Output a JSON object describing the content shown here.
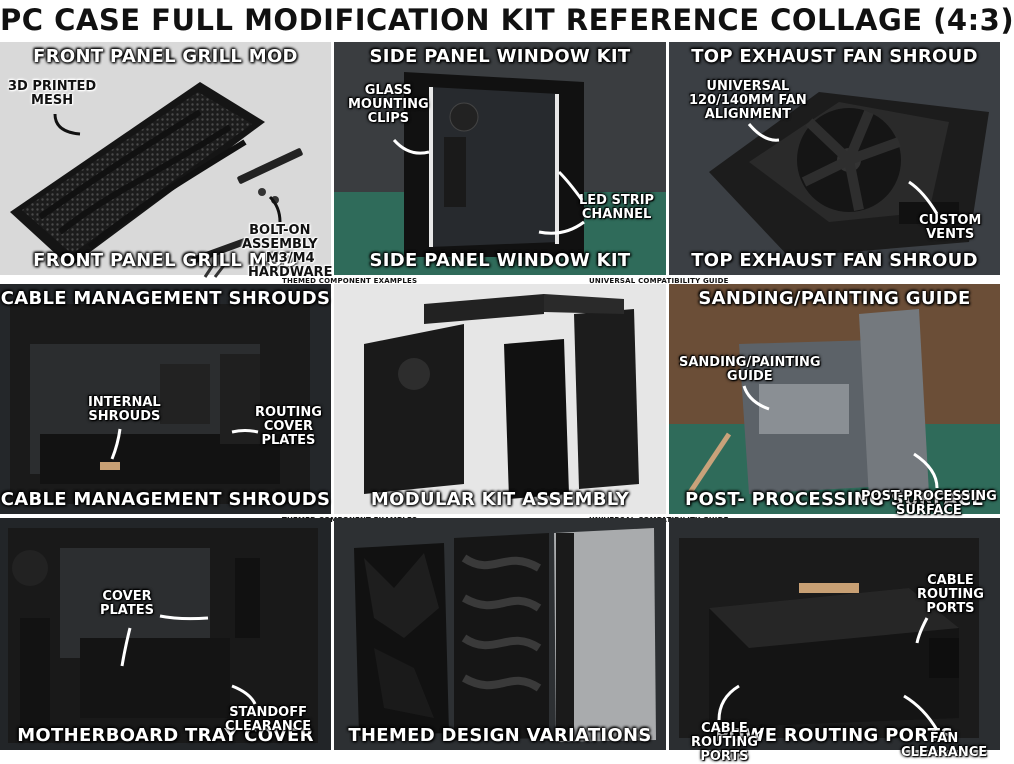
{
  "title": "PC CASE FULL MODIFICATION KIT REFERENCE COLLAGE (4:3)",
  "strips": {
    "themed": "THEMED COMPONENT EXAMPLES",
    "universal": "UNIVERSAL COMPATIBILITY GUIDE"
  },
  "panels": [
    {
      "top": "FRONT PANEL GRILL MOD",
      "bottom": "FRONT PANEL GRILL MOD",
      "labels": [
        "3D PRINTED\nMESH",
        "BOLT-ON\nASSEMBLY",
        "M3/M4\nHARDWARE"
      ]
    },
    {
      "top": "SIDE PANEL WINDOW KIT",
      "bottom": "SIDE PANEL WINDOW KIT",
      "labels": [
        "GLASS\nMOUNTING\nCLIPS",
        "LED STRIP\nCHANNEL"
      ]
    },
    {
      "top": "TOP EXHAUST FAN SHROUD",
      "bottom": "TOP EXHAUST FAN SHROUD",
      "labels": [
        "UNIVERSAL\n120/140MM FAN\nALIGNMENT",
        "CUSTOM\nVENTS"
      ]
    },
    {
      "top": "CABLE MANAGEMENT SHROUDS",
      "bottom": "CABLE MANAGEMENT SHROUDS",
      "labels": [
        "INTERNAL\nSHROUDS",
        "ROUTING\nCOVER\nPLATES"
      ]
    },
    {
      "top": "",
      "bottom": "MODULAR KIT ASSEMBLY",
      "labels": []
    },
    {
      "top": "SANDING/PAINTING GUIDE",
      "bottom": "POST- PROCESSING SURFACE",
      "labels": [
        "SANDING/PAINTING\nGUIDE",
        "POST-PROCESSING\nSURFACE"
      ]
    },
    {
      "top": "",
      "bottom": "MOTHERBOARD TRAY COVER",
      "labels": [
        "COVER\nPLATES",
        "STANDOFF\nCLEARANCE"
      ]
    },
    {
      "top": "",
      "bottom": "THEMED DESIGN VARIATIONS",
      "labels": []
    },
    {
      "top": "",
      "bottom": "POW̸E ROUTING PORTS",
      "labels": [
        "CABLE\nROUTING\nPORTS",
        "CABLE\nROUTING\nPORTS",
        "FAN\nCLEARANCE"
      ]
    }
  ]
}
